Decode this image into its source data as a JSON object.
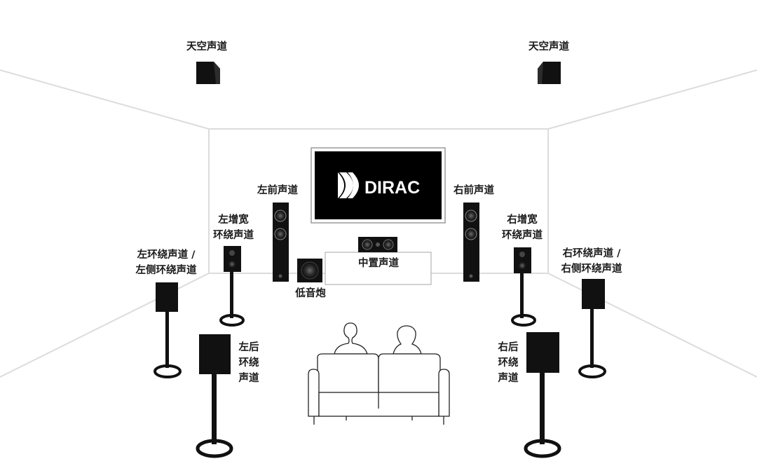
{
  "screen_brand": "DIRAC",
  "labels": {
    "sky_left": "天空声道",
    "sky_right": "天空声道",
    "front_left": "左前声道",
    "front_right": "右前声道",
    "wide_left": [
      "左增宽",
      "环绕声道"
    ],
    "wide_right": [
      "右增宽",
      "环绕声道"
    ],
    "surround_left": [
      "左环绕声道 /",
      "左侧环绕声道"
    ],
    "surround_right": [
      "右环绕声道 /",
      "右侧环绕声道"
    ],
    "subwoofer": "低音炮",
    "center": "中置声道",
    "rear_left": [
      "左后",
      "环绕",
      "声道"
    ],
    "rear_right": [
      "右后",
      "环绕",
      "声道"
    ]
  }
}
